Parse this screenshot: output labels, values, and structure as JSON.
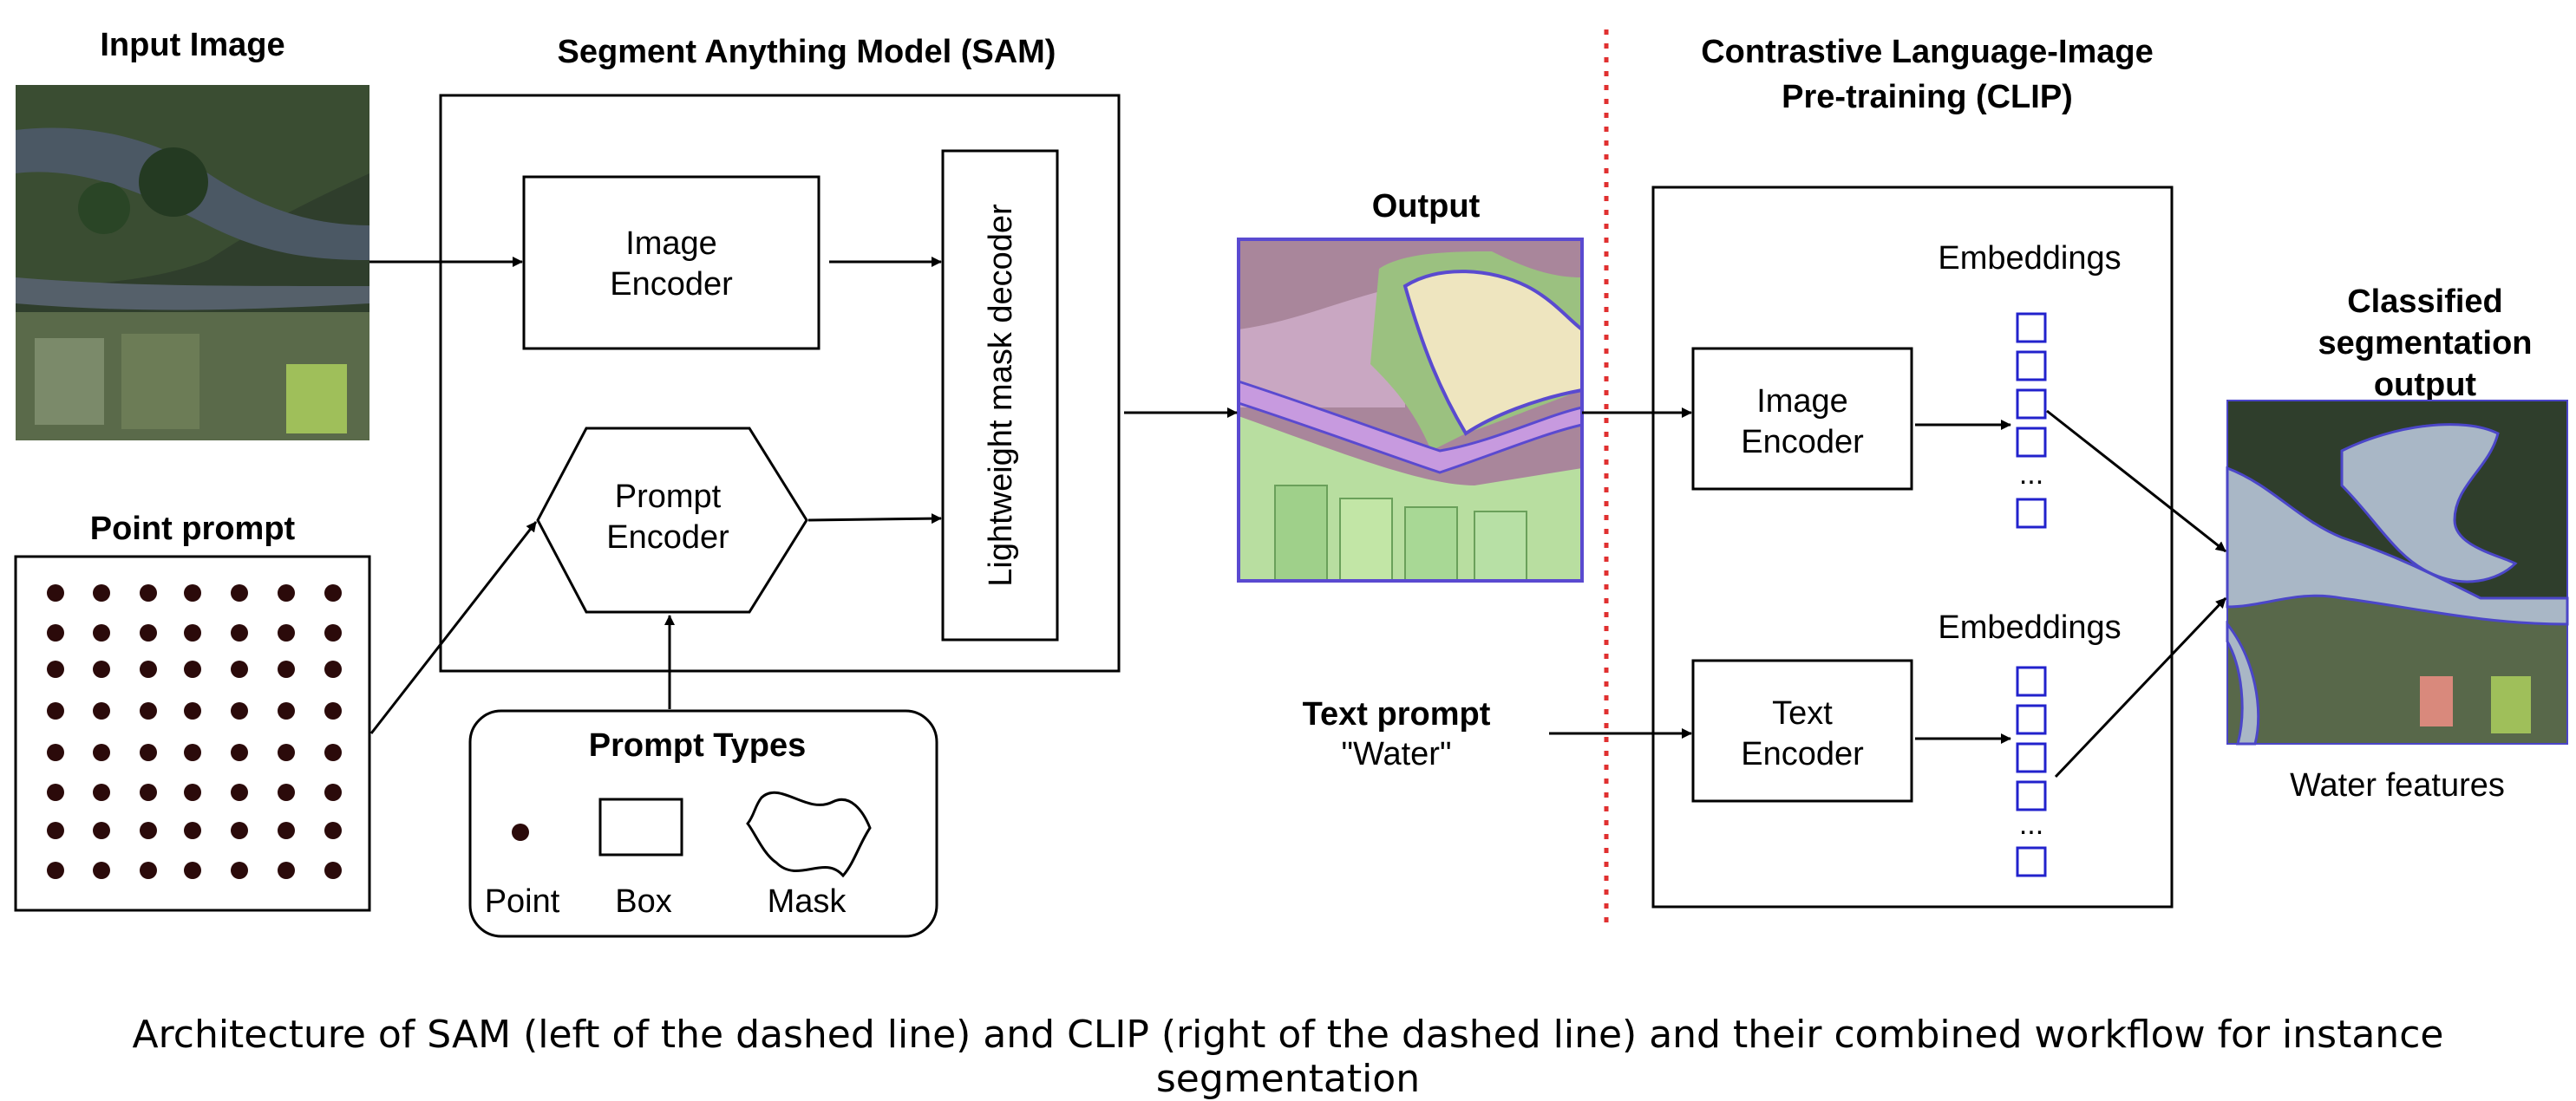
{
  "input": {
    "title": "Input Image"
  },
  "point_prompt": {
    "title": "Point prompt"
  },
  "sam": {
    "title": "Segment Anything Model (SAM)",
    "image_encoder_lines": [
      "Image",
      "Encoder"
    ],
    "prompt_encoder_lines": [
      "Prompt",
      "Encoder"
    ],
    "mask_decoder": "Lightweight mask decoder"
  },
  "prompt_types": {
    "title": "Prompt Types",
    "point": "Point",
    "box": "Box",
    "mask": "Mask"
  },
  "output": {
    "title": "Output"
  },
  "text_prompt": {
    "title": "Text prompt",
    "value": "\"Water\""
  },
  "clip": {
    "title_lines": [
      "Contrastive Language-Image",
      "Pre-training (CLIP)"
    ],
    "image_encoder_lines": [
      "Image",
      "Encoder"
    ],
    "text_encoder_lines": [
      "Text",
      "Encoder"
    ],
    "embeddings_top": "Embeddings",
    "embeddings_bottom": "Embeddings",
    "ellipsis": "..."
  },
  "result": {
    "title_lines": [
      "Classified",
      "segmentation",
      "output"
    ],
    "label": "Water features"
  },
  "caption": "Architecture of SAM (left of the dashed line) and CLIP (right of the dashed line) and their combined workflow for instance segmentation",
  "colors": {
    "dot": "#2b0a0a",
    "embedding": "#2222cc",
    "divider": "#e03030",
    "segment_outline": "#5a4ad0"
  }
}
